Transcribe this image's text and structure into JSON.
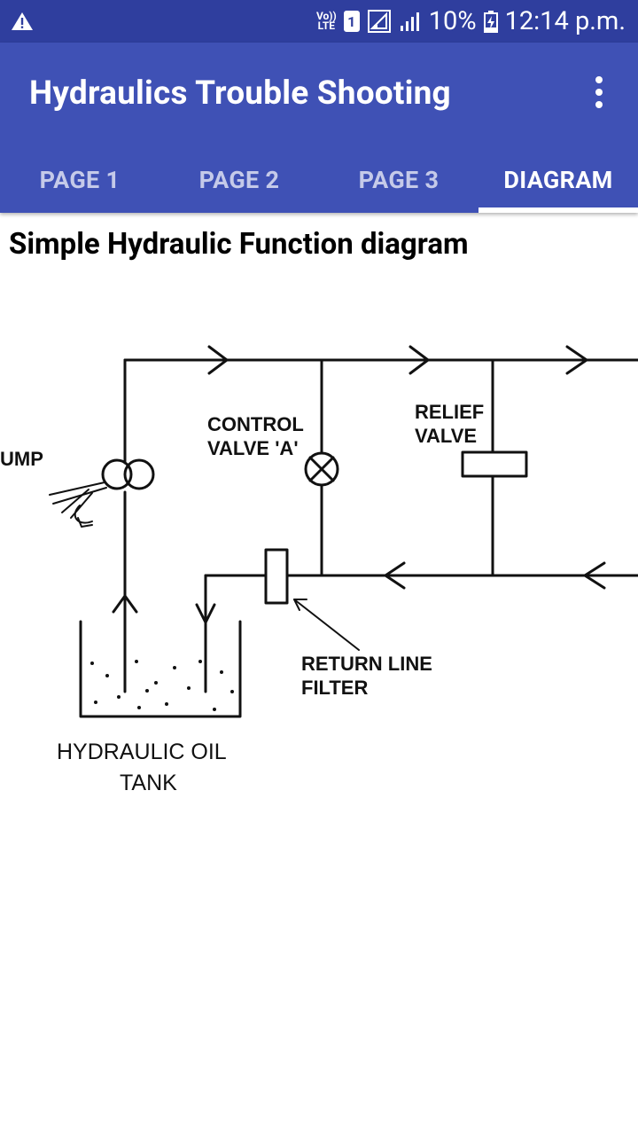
{
  "status_bar": {
    "volte_top": "Vo))",
    "volte_bottom": "LTE",
    "sim_slot": "1",
    "battery": "10%",
    "time": "12:14 p.m."
  },
  "app_bar": {
    "title": "Hydraulics Trouble Shooting"
  },
  "tabs": [
    {
      "label": "PAGE 1"
    },
    {
      "label": "PAGE 2"
    },
    {
      "label": "PAGE 3"
    },
    {
      "label": "DIAGRAM"
    }
  ],
  "content": {
    "heading": "Simple Hydraulic Function diagram"
  },
  "diagram": {
    "labels": {
      "pump": "UMP",
      "control_valve_1": "CONTROL",
      "control_valve_2": "VALVE 'A'",
      "relief_valve_1": "RELIEF",
      "relief_valve_2": "VALVE",
      "return_filter_1": "RETURN LINE",
      "return_filter_2": "FILTER",
      "tank_1": "HYDRAULIC OIL",
      "tank_2": "TANK"
    }
  }
}
